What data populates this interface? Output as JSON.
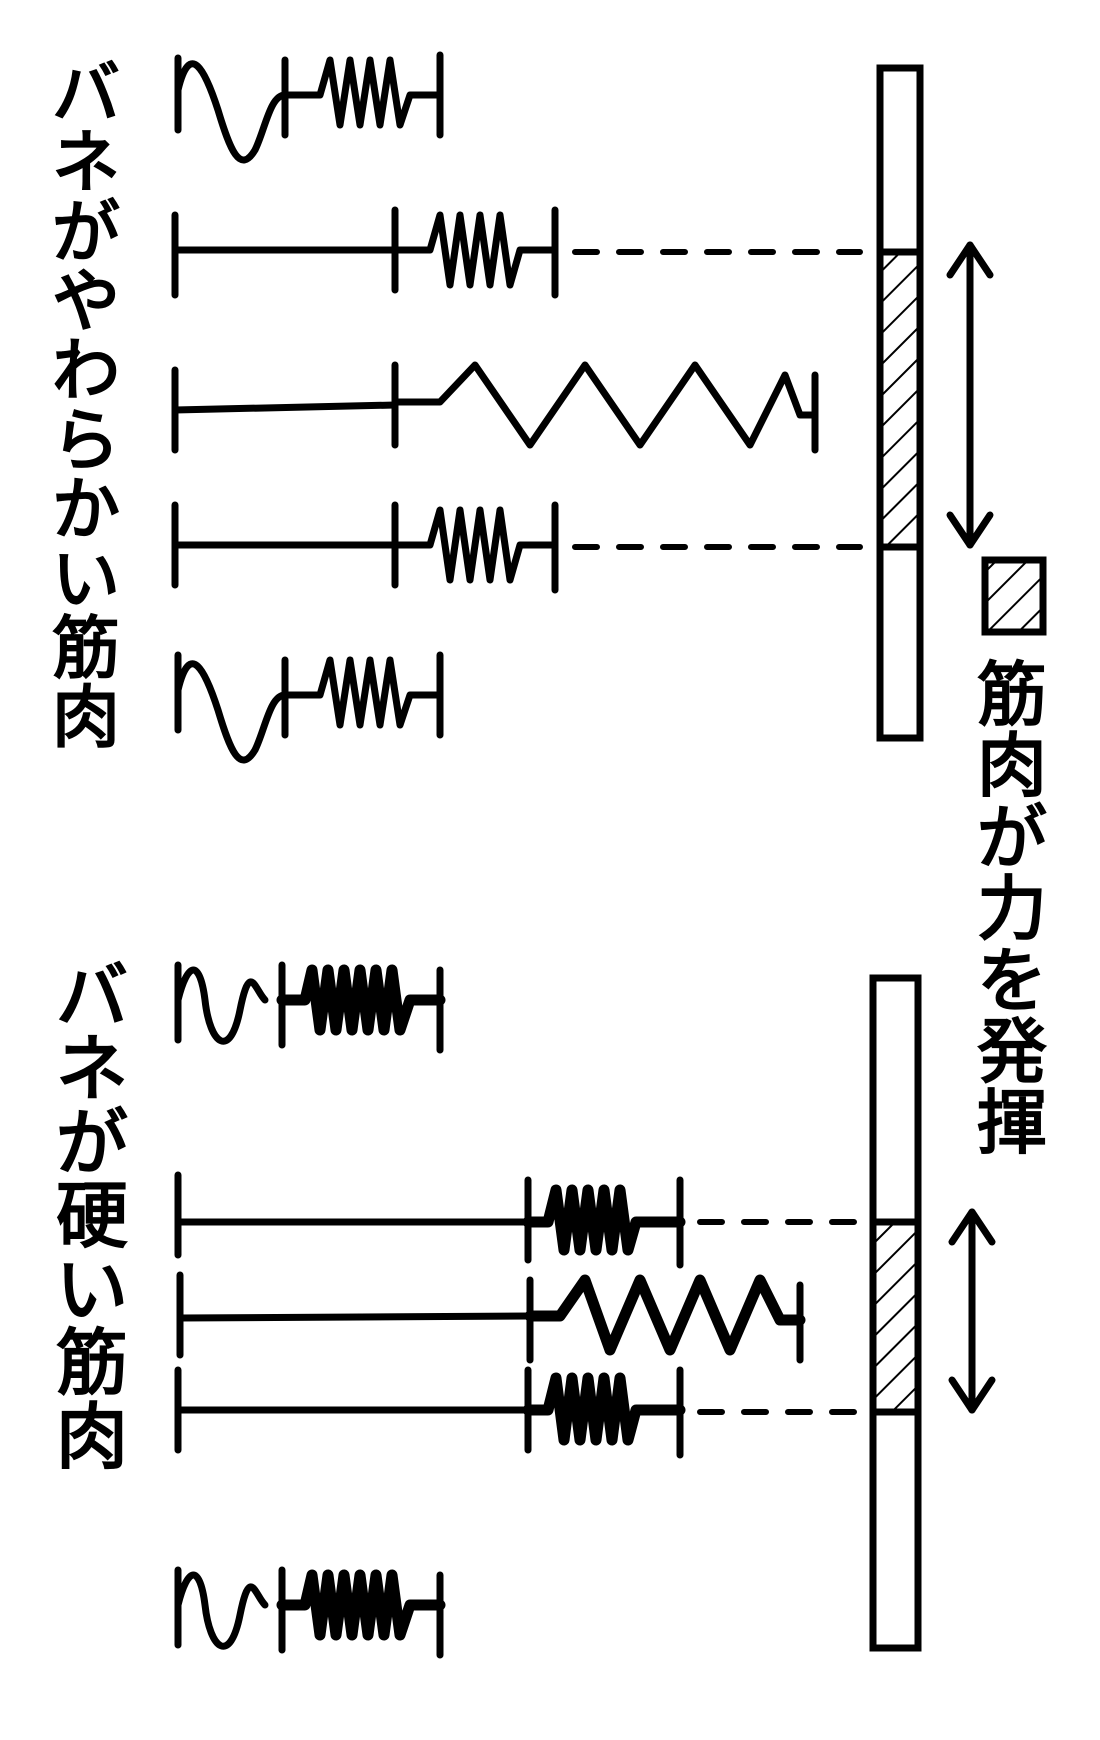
{
  "labels": {
    "soft": "バネがやわらかい筋肉",
    "hard": "バネが硬い筋肉",
    "legend": "筋肉が力を発揮"
  },
  "legend": {
    "icon": "hatched-square-icon"
  },
  "icons": {
    "arrow": "double-headed-arrow-icon",
    "muscle_fiber": "spring-fiber-icon"
  }
}
